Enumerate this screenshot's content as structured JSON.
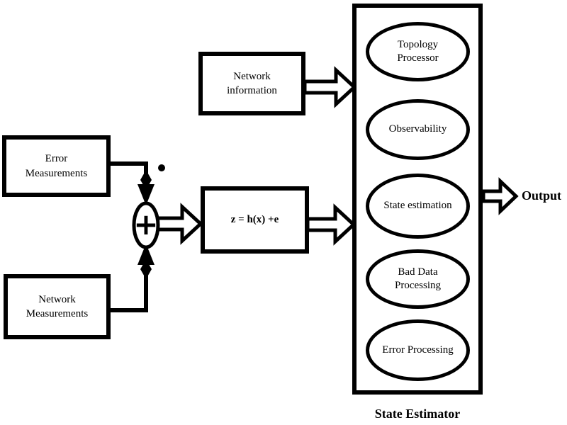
{
  "colors": {
    "ink": "#000000",
    "background": "#ffffff"
  },
  "nodes": {
    "error_measurements": {
      "label": "Error\nMeasurements"
    },
    "network_measurements": {
      "label": "Network\nMeasurements"
    },
    "network_information": {
      "label": "Network\ninformation"
    },
    "measurement_model": {
      "label": "z = h(x) +e"
    },
    "sum_junction": {
      "symbol": "+"
    }
  },
  "state_estimator": {
    "label": "State Estimator",
    "modules": [
      {
        "label": "Topology\nProcessor"
      },
      {
        "label": "Observability"
      },
      {
        "label": "State estimation"
      },
      {
        "label": "Bad Data\nProcessing"
      },
      {
        "label": "Error Processing"
      }
    ]
  },
  "output": {
    "label": "Output"
  }
}
